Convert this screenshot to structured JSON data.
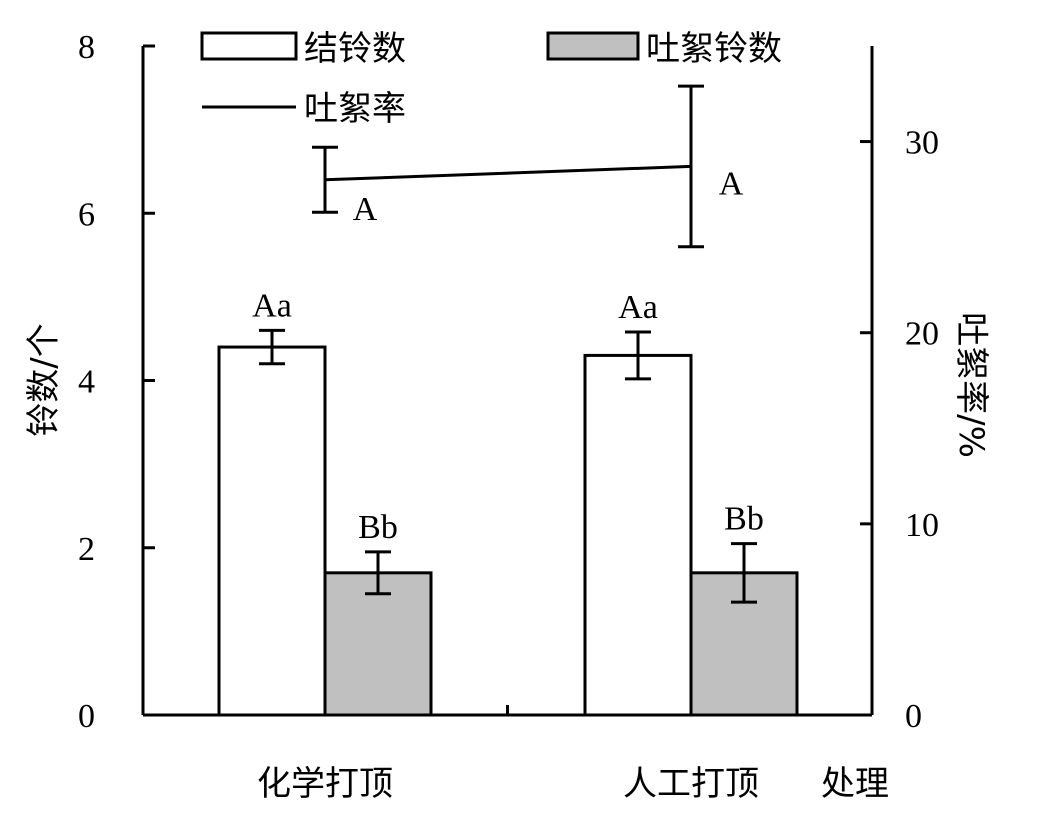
{
  "chart_data": {
    "type": "bar",
    "categories": [
      "化学打顶",
      "人工打顶"
    ],
    "xlabel": "处理",
    "ylabel": "铃数/个",
    "y2label": "吐絮率/%",
    "ylim": [
      0,
      8
    ],
    "yticks": [
      "0",
      "2",
      "4",
      "6",
      "8"
    ],
    "y2lim": [
      0,
      35
    ],
    "y2ticks": [
      "0",
      "10",
      "20",
      "30"
    ],
    "series": [
      {
        "name": "结铃数",
        "kind": "bar",
        "color": "#ffffff",
        "values": [
          4.4,
          4.3
        ],
        "errors": [
          0.2,
          0.28
        ],
        "labels": [
          "Aa",
          "Aa"
        ]
      },
      {
        "name": "吐絮铃数",
        "kind": "bar",
        "color": "#c0c0c0",
        "values": [
          1.7,
          1.7
        ],
        "errors": [
          0.25,
          0.35
        ],
        "labels": [
          "Bb",
          "Bb"
        ]
      },
      {
        "name": "吐絮率",
        "kind": "line",
        "axis": "right",
        "color": "#000000",
        "values": [
          28,
          28.7
        ],
        "errors": [
          1.7,
          4.2
        ],
        "labels": [
          "A",
          "A"
        ]
      }
    ],
    "legend_position": "top"
  }
}
